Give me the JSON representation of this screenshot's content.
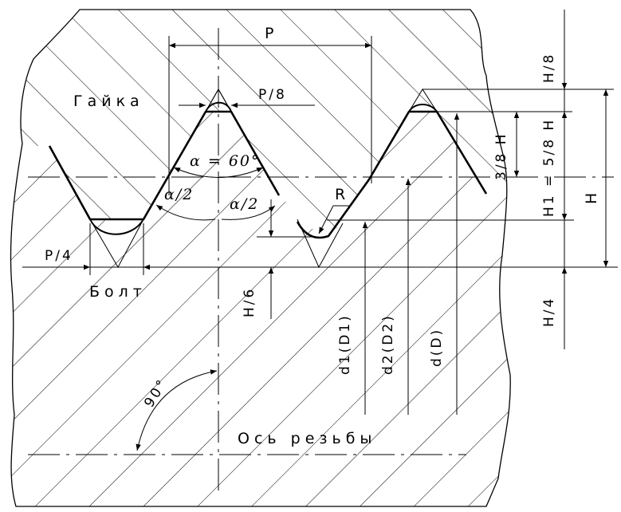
{
  "labels": {
    "nut": "Гайка",
    "bolt": "Болт",
    "axis": "Ось резьбы",
    "pitch": "P",
    "p8": "P/8",
    "p4": "P/4",
    "alpha60": "α = 60°",
    "alpha_half_left": "α/2",
    "alpha_half_right": "α/2",
    "radius": "R",
    "angle90": "90°",
    "h6": "H/6",
    "h8": "H/8",
    "h38": "3/8 H",
    "h1": "H1 = 5/8 H",
    "h_full": "H",
    "h4": "H/4",
    "d1": "d1(D1)",
    "d2": "d2(D2)",
    "d": "d(D)"
  },
  "colors": {
    "line": "#000000",
    "hatch": "#000000",
    "background": "#ffffff"
  }
}
